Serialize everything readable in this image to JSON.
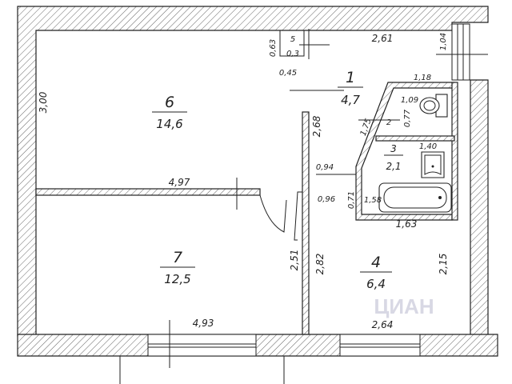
{
  "rooms": [
    {
      "number": "6",
      "area": "14,6"
    },
    {
      "number": "7",
      "area": "12,5"
    },
    {
      "number": "1",
      "area": "4,7"
    },
    {
      "number": "4",
      "area": "6,4"
    },
    {
      "number": "3",
      "area": "2,1"
    },
    {
      "number": "2",
      "area": "1,09"
    },
    {
      "number": "5",
      "area": "0,3"
    }
  ],
  "dimensions": {
    "room6_height": "3,00",
    "room6_width": "4,97",
    "room7_width": "4,93",
    "room7_height": "2,51",
    "hall_top": "2,61",
    "hall_width_top": "1,04",
    "hall_wall": "2,68",
    "room4_height_left": "2,82",
    "room4_height_right": "2,15",
    "room4_width": "2,64",
    "wc_width": "1,18",
    "wc_depth": "0,77",
    "wc_diag": "1,75",
    "bath_width": "1,40",
    "bath_depth": "0,71",
    "bath_length": "1,58",
    "bath_outer": "1,63",
    "door_a": "0,94",
    "door_b": "0,96",
    "closet_a": "0,63",
    "closet_b": "0,45"
  },
  "watermark": "ЦИАН"
}
